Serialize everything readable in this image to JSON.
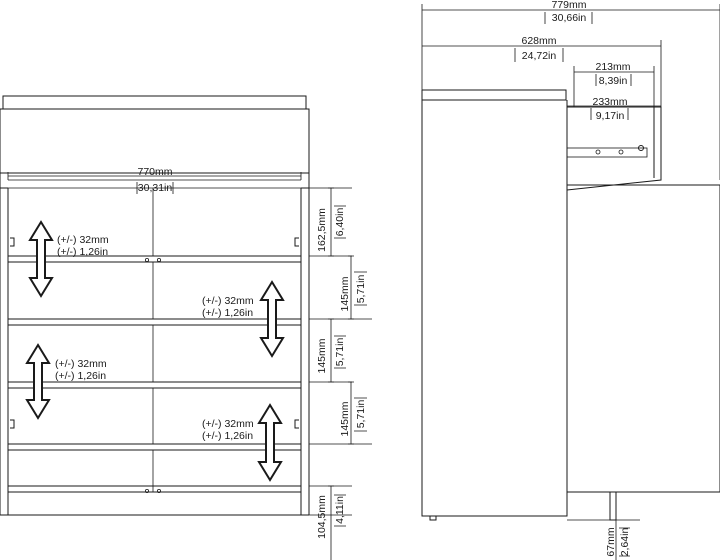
{
  "front_view": {
    "width_mm": "770mm",
    "width_in": "30,31in",
    "dim_162": "162,5mm",
    "dim_162_in": "6,40in",
    "dim_145_a": "145mm",
    "dim_145_a_in": "5,71in",
    "dim_145_b": "145mm",
    "dim_145_b_in": "5,71in",
    "dim_145_c": "145mm",
    "dim_145_c_in": "5,71in",
    "dim_104": "104,5mm",
    "dim_104_in": "4,11in",
    "adj_1_mm": "(+/-) 32mm",
    "adj_1_in": "(+/-) 1,26in",
    "adj_2_mm": "(+/-) 32mm",
    "adj_2_in": "(+/-) 1,26in",
    "adj_3_mm": "(+/-) 32mm",
    "adj_3_in": "(+/-) 1,26in",
    "adj_4_mm": "(+/-) 32mm",
    "adj_4_in": "(+/-) 1,26in"
  },
  "side_view": {
    "total_mm": "779mm",
    "total_in": "30,66in",
    "depth_mm": "628mm",
    "depth_in": "24,72in",
    "drawer_mm": "213mm",
    "drawer_in": "8,39in",
    "ext_mm": "233mm",
    "ext_in": "9,17in",
    "leg_mm": "67mm",
    "leg_in": "2,64in"
  }
}
